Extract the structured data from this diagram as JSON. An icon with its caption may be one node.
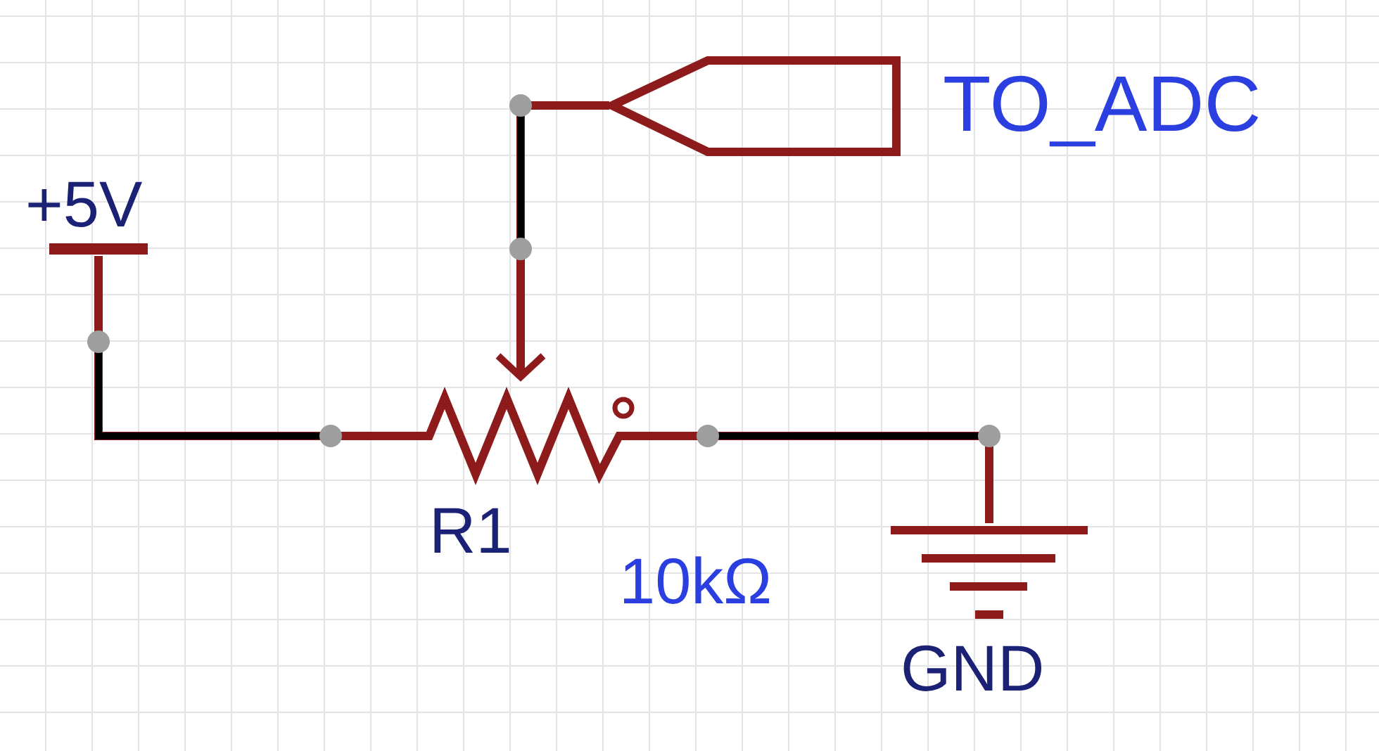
{
  "diagram": {
    "nodes": [
      {
        "text": [
          "TO_ADC"
        ]
      },
      {
        "text": [
          "+5V"
        ]
      },
      {
        "text": [
          "R1"
        ],
        "beside": [
          "10kΩ"
        ]
      },
      {
        "text": [
          "GND"
        ]
      }
    ],
    "edges": [
      {
        "from": 1,
        "to": 2,
        "arrow": "none"
      },
      {
        "from": 2,
        "to": 3,
        "arrow": "none"
      },
      {
        "from": 0,
        "to": 2,
        "arrow": "to"
      }
    ]
  }
}
